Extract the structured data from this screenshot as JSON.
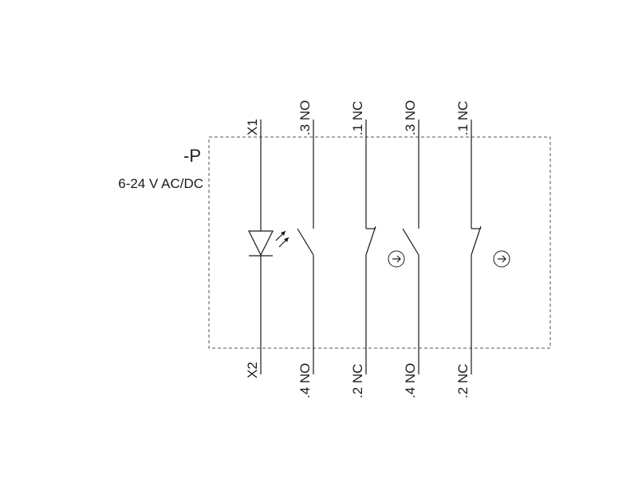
{
  "device": {
    "tag": "-P",
    "rating": "6-24 V AC/DC"
  },
  "lamp": {
    "top_terminal": "X1",
    "bottom_terminal": "X2",
    "symbol": "led-icon"
  },
  "contacts": [
    {
      "type": "NO",
      "top_label": ".3 NO",
      "bottom_label": ".4 NO",
      "actuator": false
    },
    {
      "type": "NC",
      "top_label": ".1 NC",
      "bottom_label": ".2 NC",
      "actuator": true
    },
    {
      "type": "NO",
      "top_label": ".3 NO",
      "bottom_label": ".4 NO",
      "actuator": false
    },
    {
      "type": "NC",
      "top_label": ".1 NC",
      "bottom_label": ".2 NC",
      "actuator": true
    }
  ],
  "actuator_icon": "arrow-right-circle-icon"
}
